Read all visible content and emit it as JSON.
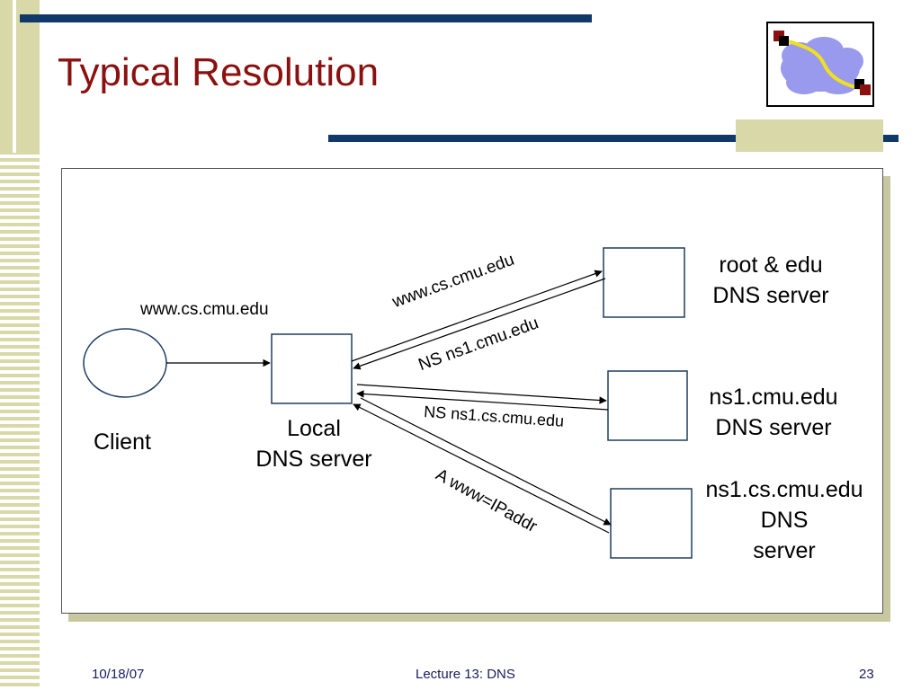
{
  "title": "Typical Resolution",
  "diagram": {
    "query_label": "www.cs.cmu.edu",
    "client_label": "Client",
    "local_server_label": [
      "Local",
      "DNS server"
    ],
    "root_server_label": [
      "root & edu",
      "DNS server"
    ],
    "ns1_server_label": [
      "ns1.cmu.edu",
      "DNS server"
    ],
    "ns1cs_server_label": [
      "ns1.cs.cmu.edu",
      "DNS",
      "server"
    ],
    "msg_query": "www.cs.cmu.edu",
    "msg_ns_cmu": "NS ns1.cmu.edu",
    "msg_ns_cs": "NS ns1.cs.cmu.edu",
    "msg_answer": "A www=IPaddr"
  },
  "footer": {
    "date": "10/18/07",
    "lecture": "Lecture 13: DNS",
    "page": "23"
  },
  "colors": {
    "title": "#8b1010",
    "bar": "#103868",
    "accent": "#d8d8a8",
    "box_border": "#1f3f5f"
  }
}
